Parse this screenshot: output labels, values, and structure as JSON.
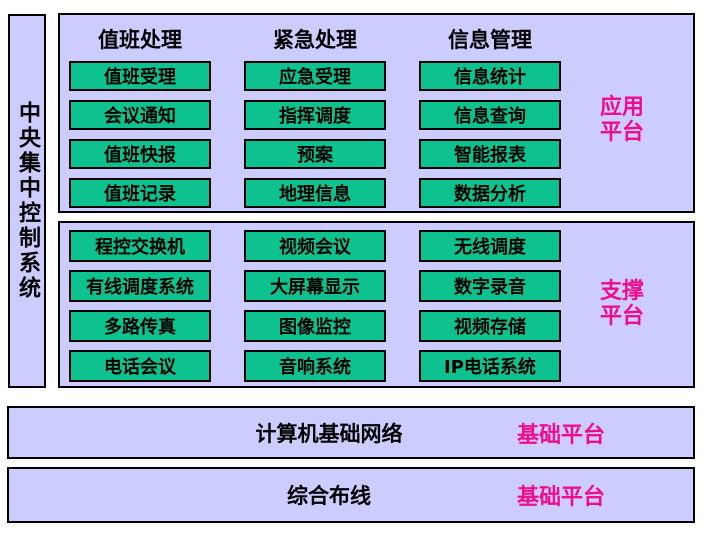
{
  "colors": {
    "background": "#ffffff",
    "panel_bg": "#ccccff",
    "box_green": "#0dc28e",
    "accent_pink": "#f00d8c",
    "border": "#000000"
  },
  "left_bar": {
    "title": "中央集中控制系统"
  },
  "panels": [
    {
      "side_label": "应用\n平台",
      "columns": [
        {
          "header": "值班处理",
          "buttons": [
            "值班受理",
            "会议通知",
            "值班快报",
            "值班记录"
          ]
        },
        {
          "header": "紧急处理",
          "buttons": [
            "应急受理",
            "指挥调度",
            "预案",
            "地理信息"
          ]
        },
        {
          "header": "信息管理",
          "buttons": [
            "信息统计",
            "信息查询",
            "智能报表",
            "数据分析"
          ]
        }
      ]
    },
    {
      "side_label": "支撑\n平台",
      "columns": [
        {
          "buttons": [
            "程控交换机",
            "有线调度系统",
            "多路传真",
            "电话会议"
          ]
        },
        {
          "buttons": [
            "视频会议",
            "大屏幕显示",
            "图像监控",
            "音响系统"
          ]
        },
        {
          "buttons": [
            "无线调度",
            "数字录音",
            "视频存储",
            "IP电话系统"
          ]
        }
      ]
    }
  ],
  "base_bars": [
    {
      "label": "计算机基础网络",
      "side_label": "基础平台"
    },
    {
      "label": "综合布线",
      "side_label": "基础平台"
    }
  ]
}
